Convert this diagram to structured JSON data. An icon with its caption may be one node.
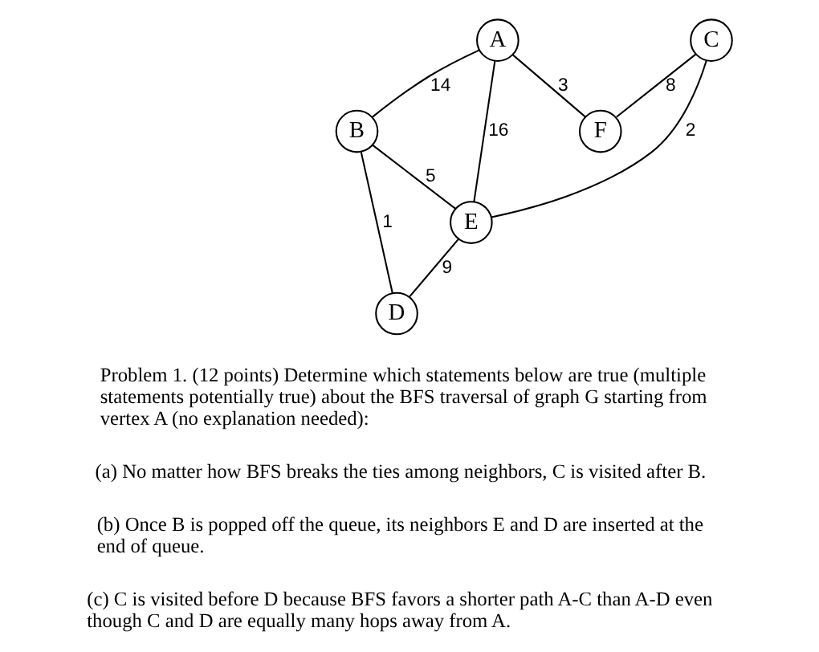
{
  "diagram": {
    "nodes": [
      {
        "text": [
          "B"
        ]
      },
      {
        "text": [
          "C"
        ]
      },
      {
        "text": [
          "A"
        ]
      },
      {
        "text": [
          "F"
        ]
      },
      {
        "text": [
          "E"
        ]
      },
      {
        "text": [
          "D"
        ]
      }
    ],
    "edges": [
      {
        "from": 2,
        "to": 0,
        "arrow": "none",
        "label": "14"
      },
      {
        "from": 0,
        "to": 4,
        "arrow": "none",
        "label": "5"
      },
      {
        "from": 0,
        "to": 5,
        "arrow": "none",
        "label": "1"
      },
      {
        "from": 1,
        "to": 3,
        "arrow": "none",
        "label": "8"
      },
      {
        "from": 2,
        "to": 3,
        "arrow": "none",
        "label": "3"
      },
      {
        "from": 2,
        "to": 4,
        "arrow": "none",
        "label": "16"
      },
      {
        "from": 1,
        "to": 4,
        "arrow": "none",
        "label": "2"
      },
      {
        "from": 4,
        "to": 5,
        "arrow": "none",
        "label": "9"
      }
    ],
    "labels": [
      "Problem 1. (12 points) Determine which statements below are true (multiple statements potentially true) about the BFS traversal of graph G starting from vertex A (no explanation needed):",
      "(a) No matter how BFS breaks the ties among neighbors, C is visited after B.",
      "(b) Once B is popped off the queue, its neighbors E and D are inserted at the end of queue.",
      "(c) C is visited before D because BFS favors a shorter path A-C than A-D even though C and D are equally many hops away from A."
    ]
  }
}
